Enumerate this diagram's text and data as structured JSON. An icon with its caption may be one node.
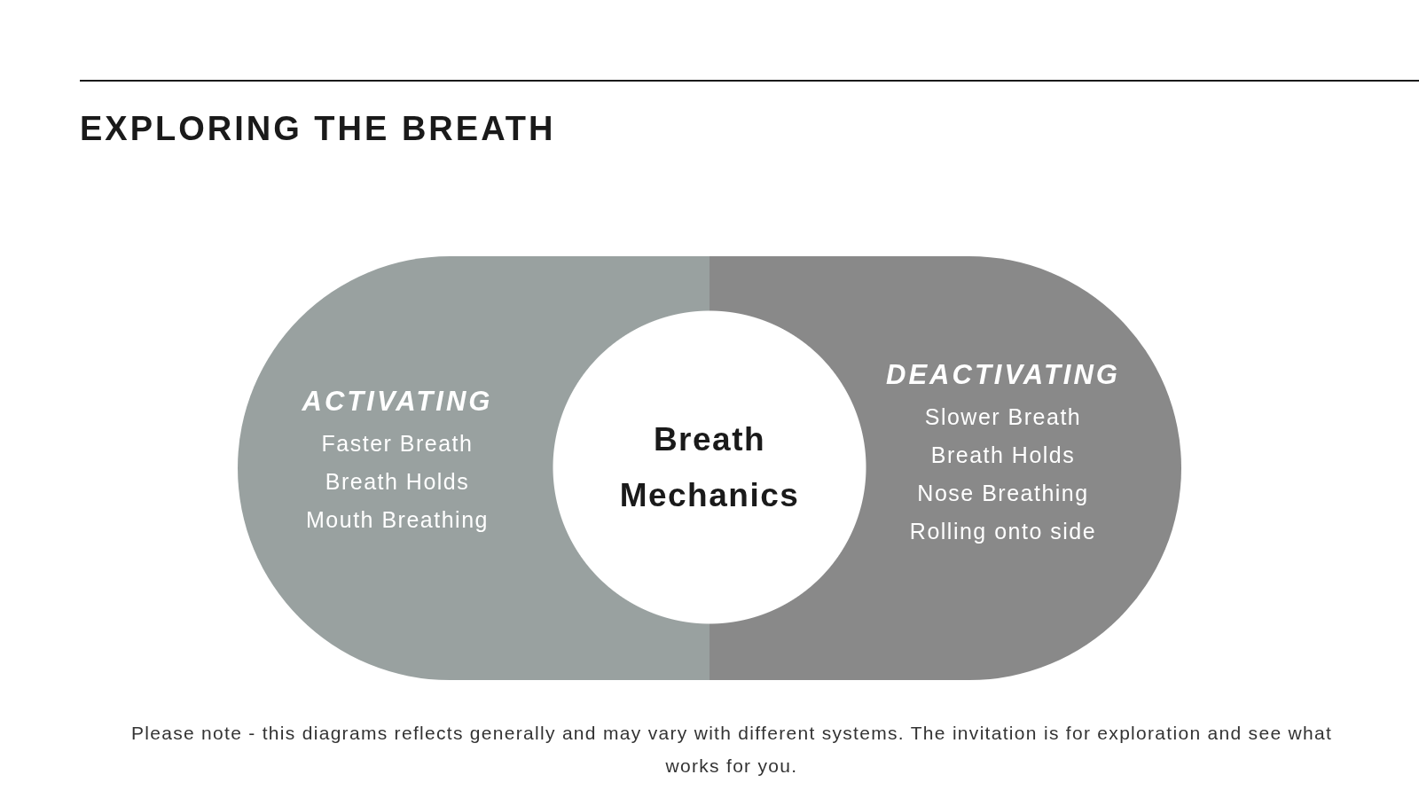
{
  "diagram": {
    "title": "EXPLORING THE BREATH",
    "caption": "Please note - this diagrams reflects generally and may vary with different systems. The invitation is for exploration and see what works for you.",
    "nodes": [
      {
        "text": [
          "ACTIVATING",
          "Faster Breath",
          "Breath Holds",
          "Mouth Breathing"
        ]
      },
      {
        "text": [
          "DEACTIVATING",
          "Slower Breath",
          "Breath Holds",
          "Nose Breathing",
          "Rolling onto side"
        ]
      },
      {
        "text": [
          "Breath Mechanics"
        ]
      }
    ],
    "edges": []
  }
}
